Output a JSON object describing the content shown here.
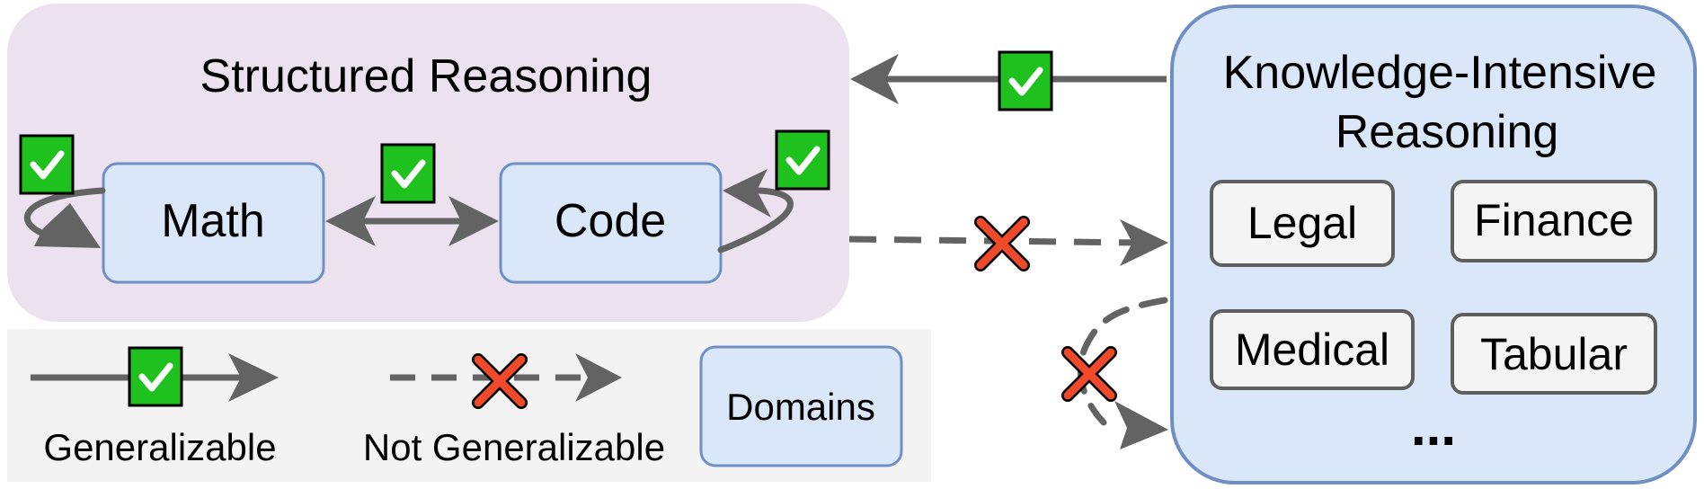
{
  "structured": {
    "title": "Structured Reasoning",
    "domains": [
      "Math",
      "Code"
    ],
    "bg_color": "#ece1ef"
  },
  "knowledge": {
    "title_line1": "Knowledge-Intensive",
    "title_line2": "Reasoning",
    "domains": [
      "Legal",
      "Finance",
      "Medical",
      "Tabular"
    ],
    "more": "...",
    "bg_color": "#dae7f8",
    "border_color": "#6f8fc4"
  },
  "legend": {
    "generalizable_label": "Generalizable",
    "not_generalizable_label": "Not Generalizable",
    "domains_label": "Domains",
    "bg_color": "#f3f3f3"
  },
  "icons": {
    "check": "check-icon",
    "cross": "cross-icon"
  },
  "colors": {
    "arrow": "#636363",
    "check_bg": "#1ec11e",
    "cross": "#f04a2a",
    "domain_fill": "#dae7f8",
    "domain_stroke": "#6f8fc4",
    "subdomain_fill": "#f4f4f4",
    "subdomain_stroke": "#5e5e5e"
  }
}
